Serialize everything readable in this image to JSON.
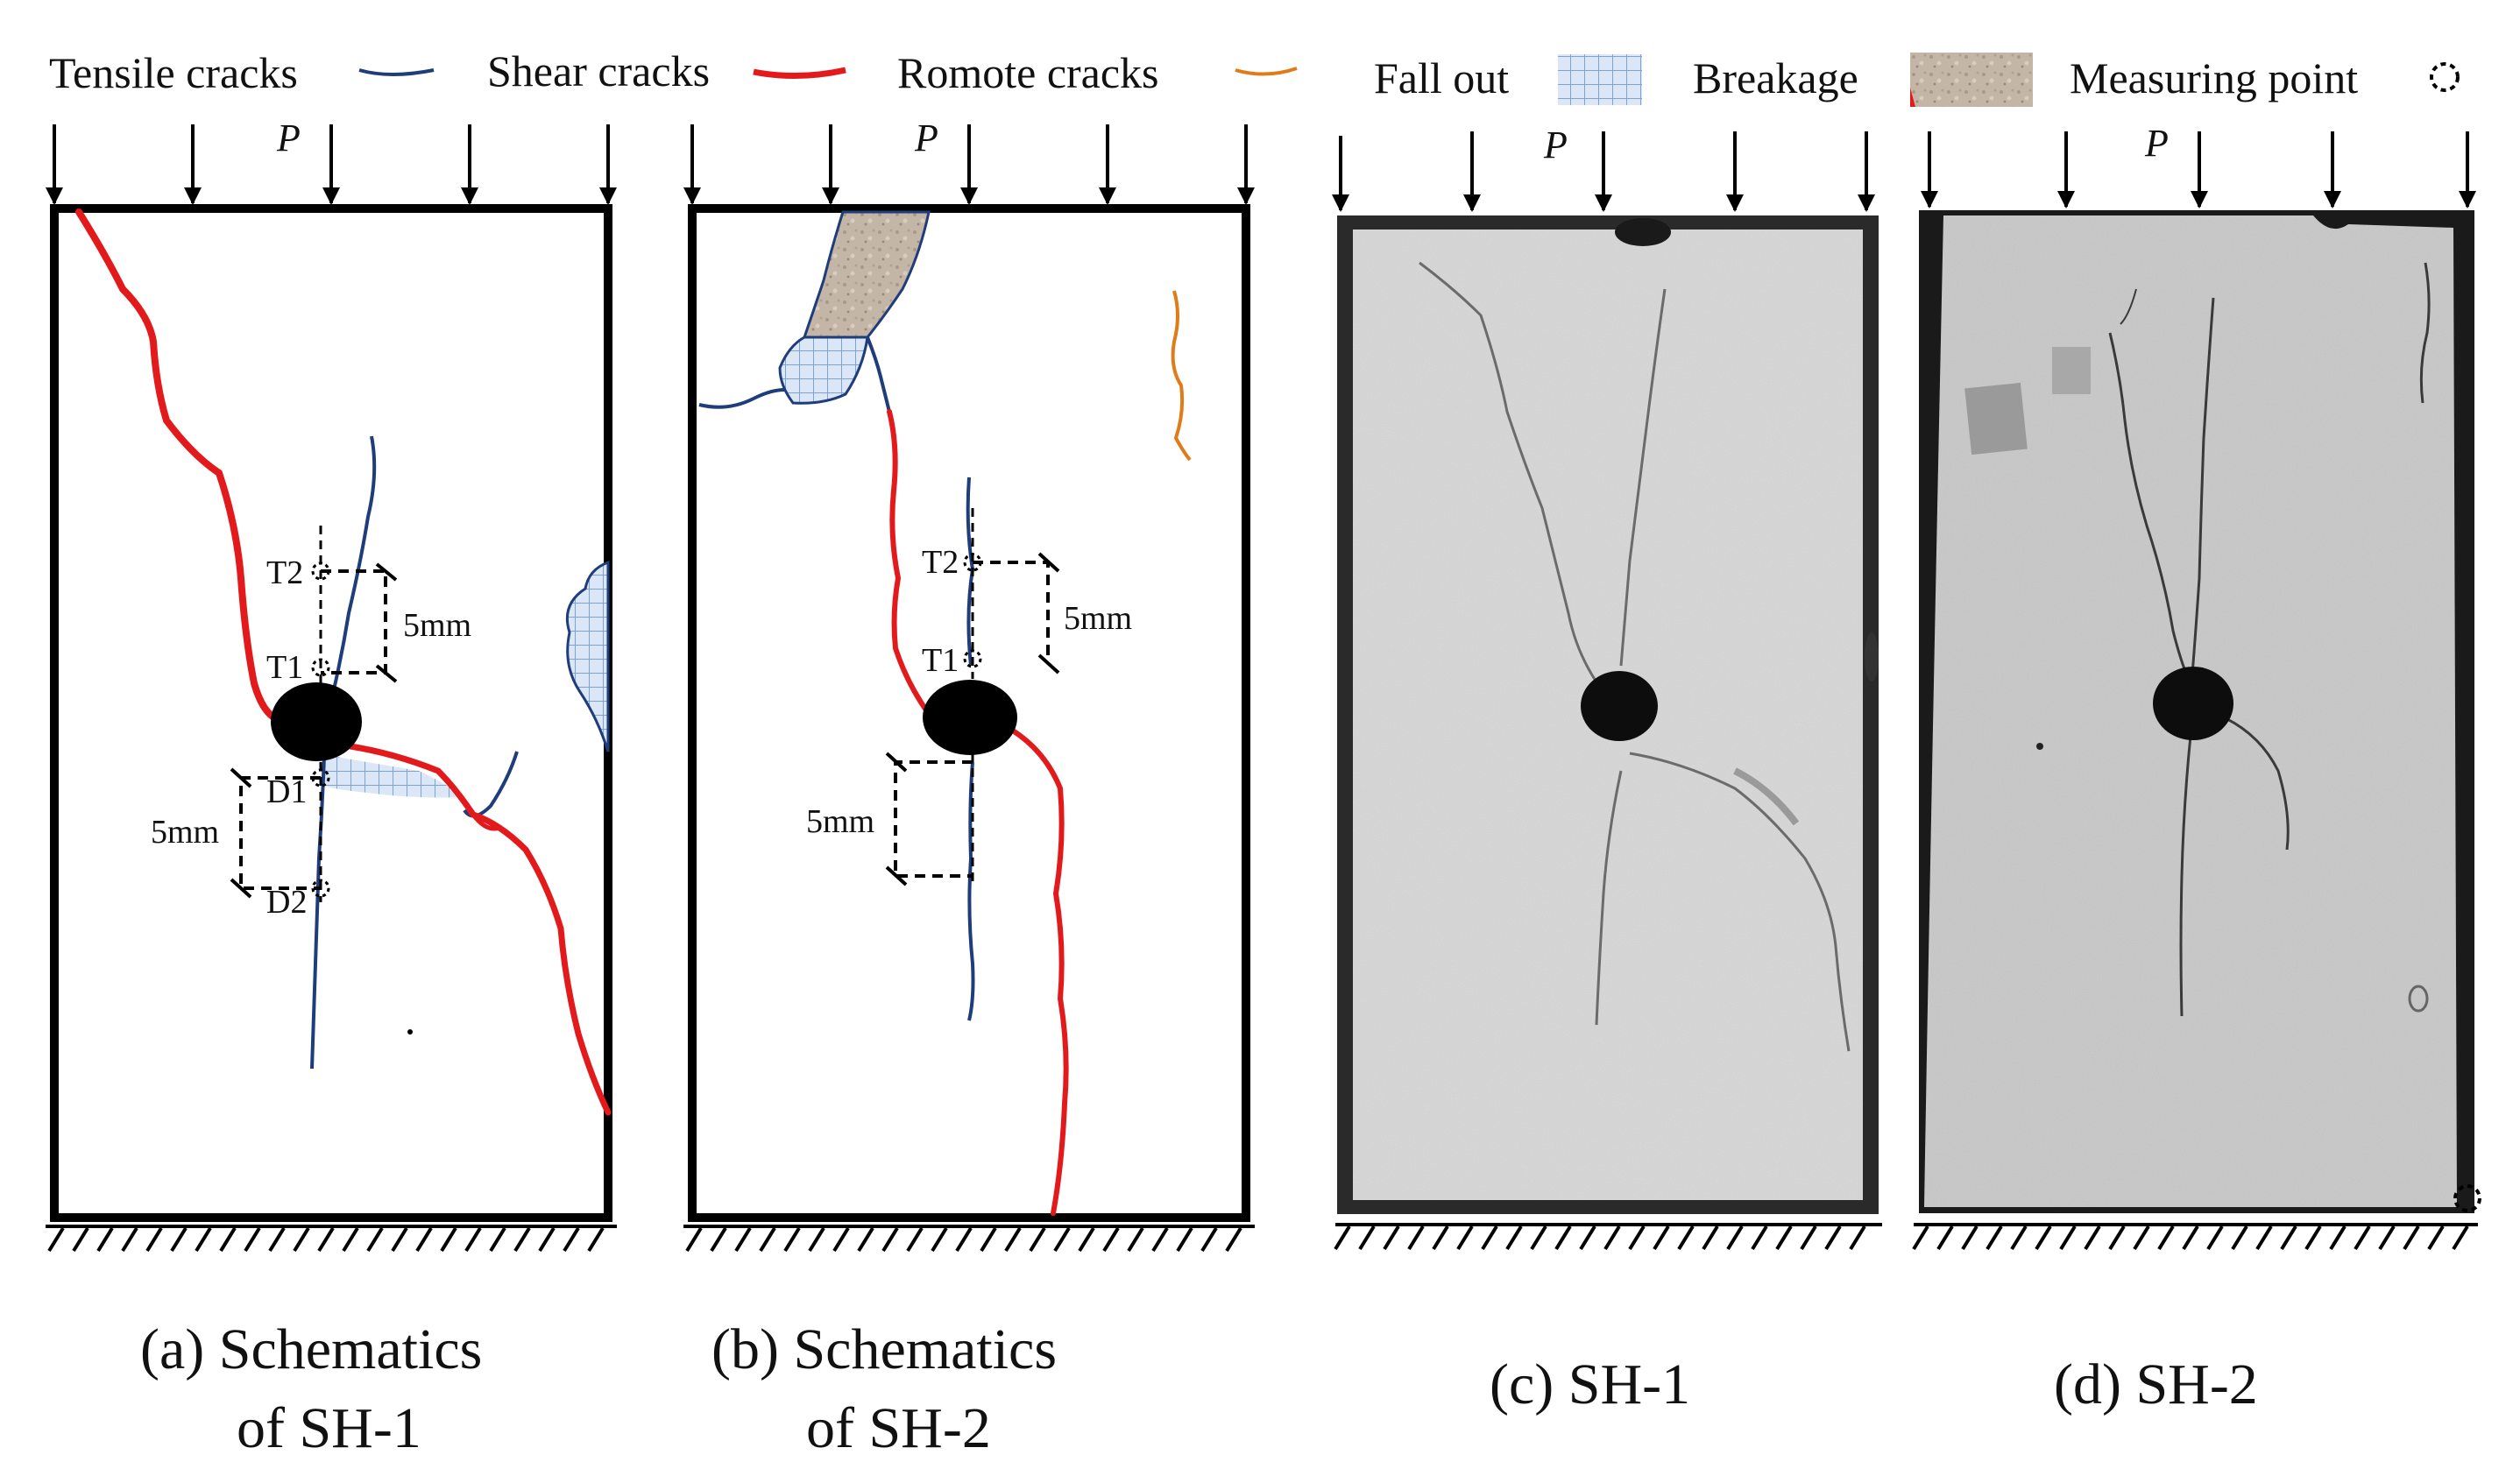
{
  "legend": {
    "tensile": {
      "label": "Tensile cracks",
      "color": "#1f3d7a"
    },
    "shear": {
      "label": "Shear cracks",
      "color": "#e31a1c"
    },
    "remote": {
      "label": "Romote cracks",
      "color": "#e07b1a"
    },
    "fallout": {
      "label": "Fall out",
      "color": "#aac4e8"
    },
    "breakage": {
      "label": "Breakage",
      "color": "#c4b6a6"
    },
    "measuring": {
      "label": "Measuring point"
    }
  },
  "load_label": "P",
  "panel_a": {
    "t2": "T2",
    "t1": "T1",
    "d1": "D1",
    "d2": "D2",
    "dim_top": "5mm",
    "dim_bottom": "5mm",
    "caption_line1": "(a) Schematics",
    "caption_line2": "of SH-1"
  },
  "panel_b": {
    "t2": "T2",
    "t1": "T1",
    "dim_top": "5mm",
    "dim_bottom": "5mm",
    "caption_line1": "(b) Schematics",
    "caption_line2": "of SH-2"
  },
  "panel_c": {
    "caption": "(c) SH-1"
  },
  "panel_d": {
    "caption": "(d) SH-2"
  }
}
